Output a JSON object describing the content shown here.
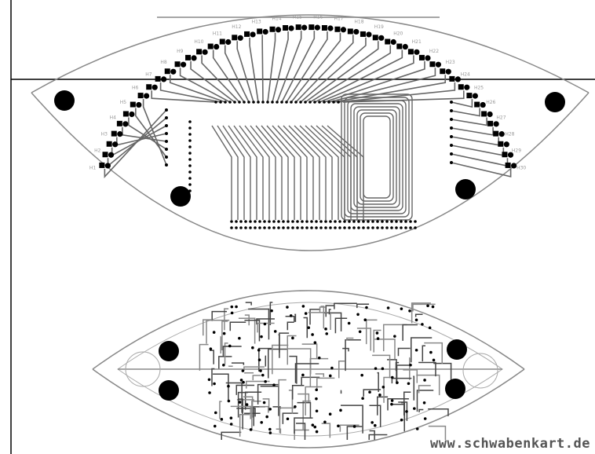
{
  "website": "www.schwabenkart.de",
  "led_labels": [
    "H1",
    "H2",
    "H3",
    "H4",
    "H5",
    "H6",
    "H7",
    "H8",
    "H9",
    "H10",
    "H11",
    "H12",
    "H13",
    "H14",
    "H15",
    "H16",
    "H17",
    "H18",
    "H19",
    "H20",
    "H21",
    "H22",
    "H23",
    "H24",
    "H25",
    "H26",
    "H27",
    "H28",
    "H29",
    "H30"
  ],
  "colors": {
    "trace": "#666666",
    "outline": "#888888",
    "pad": "#000000",
    "line": "#000000"
  }
}
